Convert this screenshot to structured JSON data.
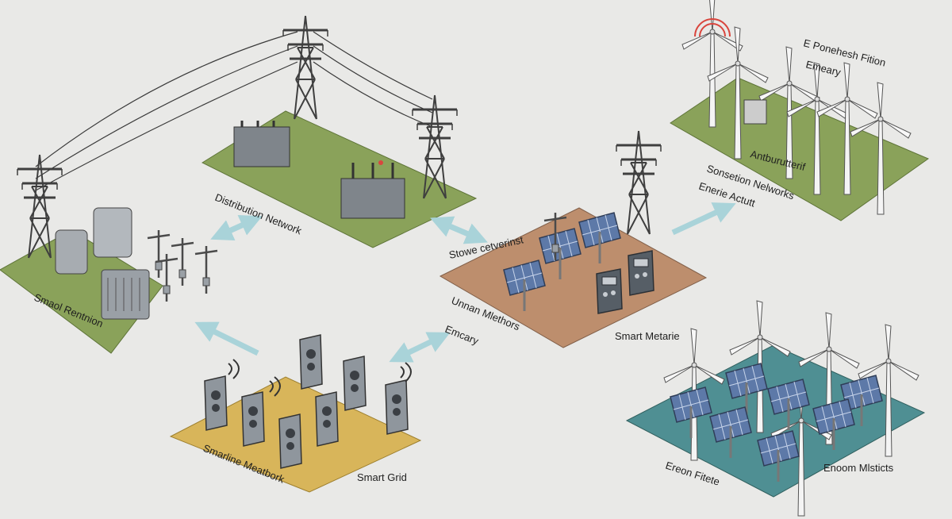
{
  "labels": {
    "distribution": "Distribution Network",
    "substation": "Smaol Rentnion",
    "smart_network": "Smarline Meatbork",
    "smart_grid": "Smart Grid",
    "storage": "Stowe cetverinst",
    "urban_line1": "Unnan Mlethors",
    "urban_line2": "Emcary",
    "smart_meters": "Smart Metarie",
    "power_line1": "E Ponehesh Fition",
    "power_line2": "Emeary",
    "generation_line1": "Sonsetion Nelworks",
    "generation_line2": "Enerie Actutt",
    "anti": "Antburutterif",
    "solar_farm": "Ereon Fitete",
    "enoom": "Enoom Mlsticts"
  },
  "colors": {
    "green_platform": "#8aa25a",
    "brown_platform": "#bd8e6d",
    "yellow_platform": "#d8b55a",
    "teal_platform": "#4f8f93",
    "arrow": "#a9d3d9",
    "steel": "#3f3f3f",
    "signal_red": "#d9463e"
  },
  "icons": [
    "transmission-tower-icon",
    "transformer-icon",
    "wind-turbine-icon",
    "solar-panel-icon",
    "smart-meter-icon",
    "ev-charger-icon",
    "wifi-signal-icon"
  ]
}
